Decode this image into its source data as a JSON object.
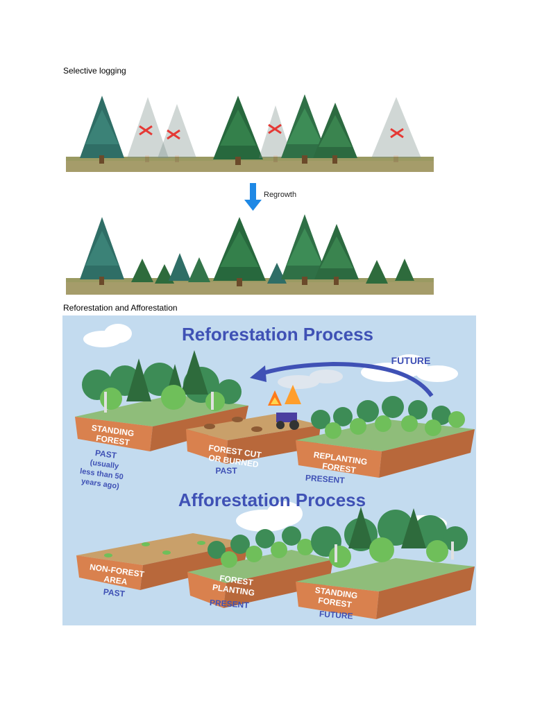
{
  "document": {
    "caption_logging": "Selective logging",
    "caption_reforestation": "Reforestation and Afforestation"
  },
  "regrowth": {
    "label": "Regrowth"
  },
  "reforestation": {
    "title": "Reforestation Process",
    "future_label": "FUTURE",
    "stages": [
      {
        "name_line1": "STANDING",
        "name_line2": "FOREST",
        "time": "PAST",
        "note_line1": "(usually",
        "note_line2": "less than 50",
        "note_line3": "years ago)"
      },
      {
        "name_line1": "FOREST CUT",
        "name_line2": "OR BURNED",
        "time": "PAST"
      },
      {
        "name_line1": "REPLANTING",
        "name_line2": "FOREST",
        "time": "PRESENT"
      }
    ]
  },
  "afforestation": {
    "title": "Afforestation Process",
    "stages": [
      {
        "name_line1": "NON-FOREST",
        "name_line2": "AREA",
        "time": "PAST"
      },
      {
        "name_line1": "FOREST",
        "name_line2": "PLANTING",
        "time": "PRESENT"
      },
      {
        "name_line1": "STANDING",
        "name_line2": "FOREST",
        "time": "FUTURE"
      }
    ]
  },
  "colors": {
    "title_blue": "#3f51b5",
    "sky": "#c3dbef",
    "soil_top": "#c9875a",
    "soil_side": "#d9814e",
    "tree_dark": "#2e6b3c",
    "tree_light": "#5aa35a",
    "arrow_blue": "#1e88e5",
    "cross_red": "#e53935"
  }
}
